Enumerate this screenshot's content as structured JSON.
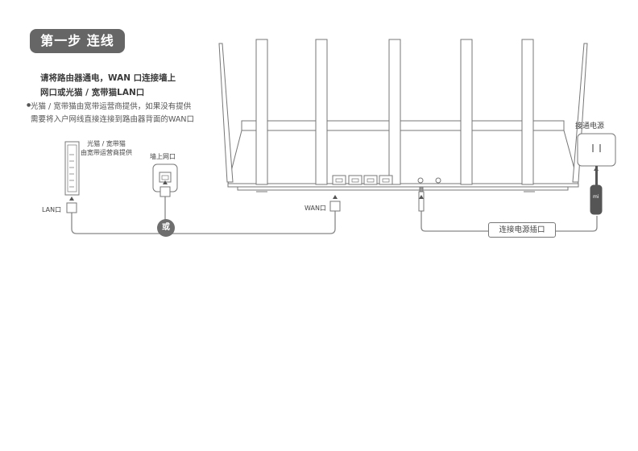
{
  "step": {
    "title": "第一步 连线"
  },
  "instructions": {
    "line1": "请将路由器通电，WAN 口连接墙上",
    "line2": "网口或光猫 / 宽带猫LAN口"
  },
  "note": {
    "line1": "光猫 / 宽带猫由宽带运营商提供，如果没有提供",
    "line2": "需要将入户网线直接连接到路由器背面的WAN口"
  },
  "labels": {
    "modem_line1": "光猫 / 宽带猫",
    "modem_line2": "由宽带运营商提供",
    "wall_port": "墙上网口",
    "lan": "LAN口",
    "wan": "WAN口",
    "or": "或",
    "power_outlet": "接通电源",
    "power_port": "连接电源插口",
    "adapter_logo": "mi"
  },
  "colors": {
    "badge": "#666666",
    "line": "#7a7a7a",
    "cable": "#888888"
  }
}
